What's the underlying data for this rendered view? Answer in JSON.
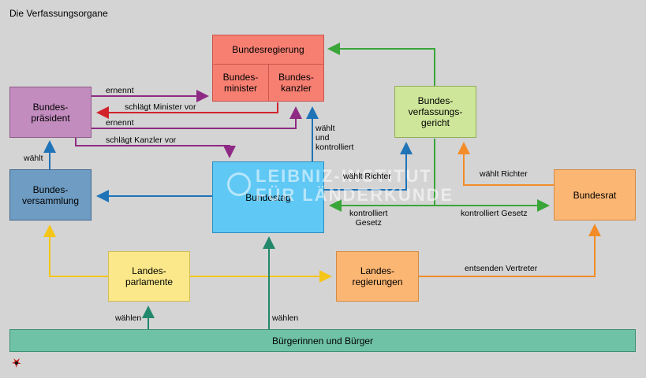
{
  "title": "Die Verfassungsorgane",
  "boxes": {
    "bundesregierung": "Bundesregierung",
    "bundesminister": "Bundes-\nminister",
    "bundeskanzler": "Bundes-\nkanzler",
    "bundespraesident": "Bundes-\npräsident",
    "bundesverfassungsgericht": "Bundes-\nverfassungs-\ngericht",
    "bundesversammlung": "Bundes-\nversammlung",
    "bundestag": "Bundestag",
    "bundesrat": "Bundesrat",
    "landesparlamente": "Landes-\nparlamente",
    "landesregierungen": "Landes-\nregierungen",
    "buerger": "Bürgerinnen und Bürger"
  },
  "labels": {
    "ernennt_1": "ernennt",
    "schlaegt_minister": "schlägt Minister vor",
    "ernennt_2": "ernennt",
    "schlaegt_kanzler": "schlägt Kanzler vor",
    "waehlt_bv": "wählt",
    "waehlt_kontrolliert": "wählt\nund\nkontrolliert",
    "waehlt_richter_1": "wählt Richter",
    "waehlt_richter_2": "wählt Richter",
    "kontrolliert_gesetz_1": "kontrolliert\nGesetz",
    "kontrolliert_gesetz_2": "kontrolliert Gesetz",
    "entsenden": "entsenden Vertreter",
    "waehlen_1": "wählen",
    "waehlen_2": "wählen"
  },
  "watermark": "LEIBNIZ-INSTITUT\nFÜR LÄNDERKUNDE",
  "colors": {
    "regierung": "#f77f72",
    "praesident": "#c38cbf",
    "gericht": "#cde69a",
    "versammlung": "#6e9cc3",
    "bundestag": "#5fc8f5",
    "bundesrat": "#fcb673",
    "parlamente": "#fbe88a",
    "landesreg": "#fcb673",
    "buerger": "#6fc2a6",
    "purple": "#8e2a83",
    "red": "#d2232a",
    "blue": "#1f73b7",
    "green": "#3aa63a",
    "orange": "#f28c28",
    "yellow": "#f5c518",
    "teal": "#22886b"
  }
}
